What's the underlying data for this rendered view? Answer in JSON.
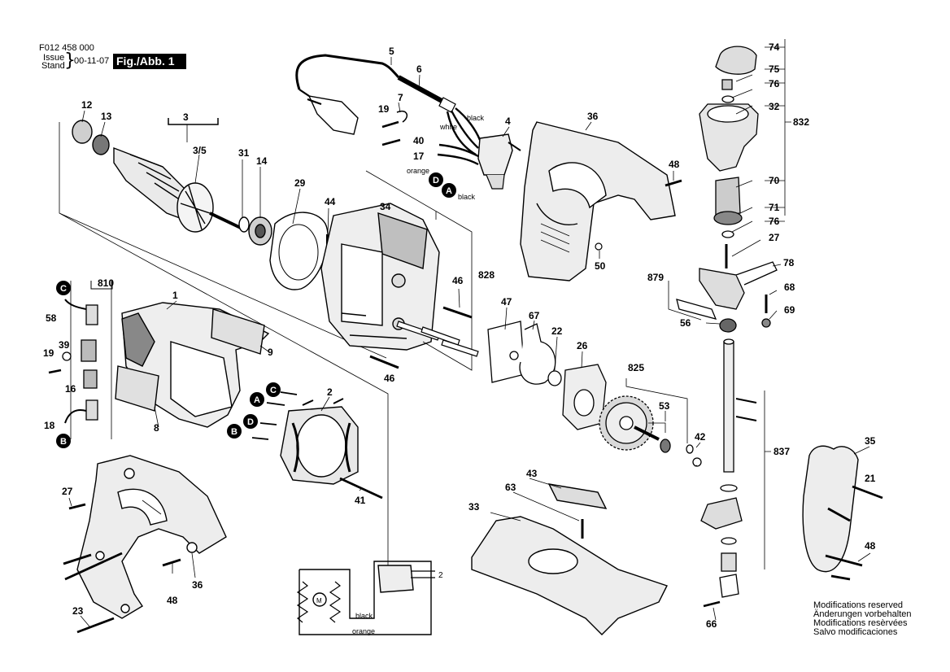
{
  "header": {
    "drawing_number": "F012 458 000",
    "issue_label": "Issue",
    "stand_label": "Stand",
    "date": "00-11-07",
    "figure_label": "Fig./Abb. 1"
  },
  "callouts": {
    "c1": "1",
    "c2": "2",
    "c3": "3",
    "c3_5": "3/5",
    "c4": "4",
    "c5": "5",
    "c6": "6",
    "c7": "7",
    "c8": "8",
    "c9": "9",
    "c12": "12",
    "c13": "13",
    "c14": "14",
    "c16": "16",
    "c17": "17",
    "c18": "18",
    "c19a": "19",
    "c19b": "19",
    "c21": "21",
    "c22": "22",
    "c23": "23",
    "c26": "26",
    "c27a": "27",
    "c27b": "27",
    "c29": "29",
    "c31": "31",
    "c32": "32",
    "c33": "33",
    "c34": "34",
    "c35": "35",
    "c36a": "36",
    "c36b": "36",
    "c39": "39",
    "c40": "40",
    "c41": "41",
    "c42": "42",
    "c43": "43",
    "c44": "44",
    "c46a": "46",
    "c46b": "46",
    "c47": "47",
    "c48a": "48",
    "c48b": "48",
    "c48c": "48",
    "c50": "50",
    "c53": "53",
    "c56": "56",
    "c58": "58",
    "c63": "63",
    "c66": "66",
    "c67": "67",
    "c68": "68",
    "c69": "69",
    "c70": "70",
    "c71": "71",
    "c74": "74",
    "c75": "75",
    "c76a": "76",
    "c76b": "76",
    "c78": "78",
    "c810": "810",
    "c825": "825",
    "c828": "828",
    "c832": "832",
    "c837": "837",
    "c879": "879"
  },
  "wire_labels": {
    "black_top": "black",
    "white": "white",
    "orange": "orange",
    "black_a": "black",
    "black_schematic": "black",
    "orange_schematic": "orange"
  },
  "connector_markers": {
    "A": "A",
    "B": "B",
    "C": "C",
    "D": "D"
  },
  "schematic": {
    "motor_label": "M",
    "terminal_label": "2"
  },
  "notes": [
    "Modifications reserved",
    "Änderungen vorbehalten",
    "Modifications resèrvées",
    "Salvo modificaciones"
  ]
}
